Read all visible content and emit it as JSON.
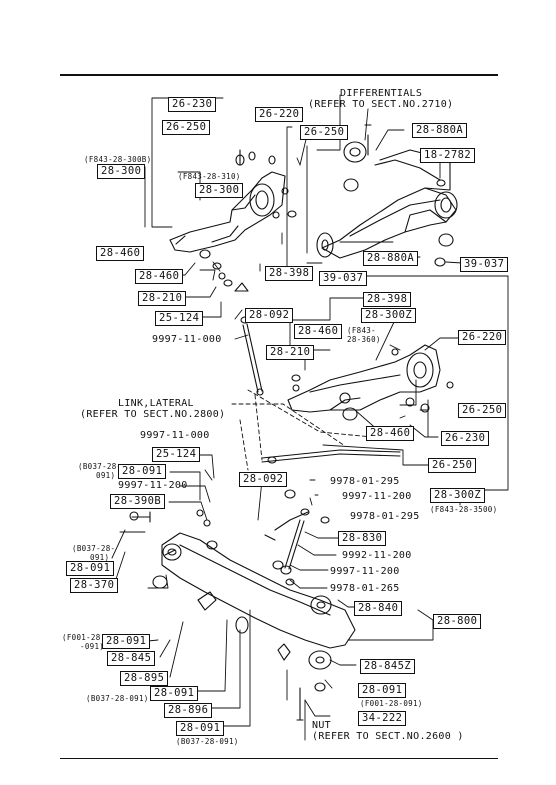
{
  "notes": {
    "differentials": [
      "DIFFERENTIALS",
      "(REFER TO SECT.NO.2710)"
    ],
    "link_lateral": [
      "LINK,LATERAL",
      "(REFER TO SECT.NO.2800)"
    ],
    "nut": [
      "NUT",
      "(REFER TO SECT.NO.2600 )"
    ]
  },
  "ref_codes": {
    "f843_28_300b": "(F843-28-300B)",
    "f843_28_310": "(F843-28-310)",
    "f843_28_360": [
      "(F843-",
      "28-360)"
    ],
    "b037_28_091_a": [
      "(B037-28-",
      "091)"
    ],
    "b037_28_091_b": [
      "(B037-28-",
      "091)"
    ],
    "f001_28_091_a": [
      "(F001-28",
      "-091)"
    ],
    "b037_28_091_c": "(B037-28-091)",
    "f001_28_091_b": "(F001-28-091)",
    "b037_28_091_d": "(B037-28-091)",
    "f843_28_3500": "(F843-28-3500)"
  },
  "parts": {
    "p_26_230_a": "26-230",
    "p_26_220_a": "26-220",
    "p_26_250_a": "26-250",
    "p_26_250_b": "26-250",
    "p_28_300_a": "28-300",
    "p_28_300_b": "28-300",
    "p_28_460_a": "28-460",
    "p_28_460_b": "28-460",
    "p_28_210_a": "28-210",
    "p_25_124_a": "25-124",
    "p_28_092_a": "28-092",
    "p_9997_a": "9997-11-000",
    "p_28_398_a": "28-398",
    "p_39_037_a": "39-037",
    "p_28_880a_a": "28-880A",
    "p_18_2782": "18-2782",
    "p_28_880a_b": "28-880A",
    "p_39_037_b": "39-037",
    "p_28_398_b": "28-398",
    "p_28_300z_a": "28-300Z",
    "p_28_460_c": "28-460",
    "p_28_210_b": "28-210",
    "p_26_220_b": "26-220",
    "p_26_250_c": "26-250",
    "p_26_230_b": "26-230",
    "p_28_460_d": "28-460",
    "p_26_250_d": "26-250",
    "p_28_300z_b": "28-300Z",
    "p_9997_b": "9997-11-000",
    "p_25_124_b": "25-124",
    "p_28_091_a": "28-091",
    "p_9997_11_200_a": "9997-11-200",
    "p_28_390b": "28-390B",
    "p_28_092_b": "28-092",
    "p_9978_01_295_a": "9978-01-295",
    "p_9997_11_200_b": "9997-11-200",
    "p_9978_01_295_b": "9978-01-295",
    "p_28_830": "28-830",
    "p_9992_11_200": "9992-11-200",
    "p_9997_11_200_c": "9997-11-200",
    "p_9978_01_265": "9978-01-265",
    "p_28_091_b": "28-091",
    "p_28_370": "28-370",
    "p_28_840": "28-840",
    "p_28_800": "28-800",
    "p_28_091_c": "28-091",
    "p_28_845": "28-845",
    "p_28_845z": "28-845Z",
    "p_28_895": "28-895",
    "p_28_091_d": "28-091",
    "p_28_091_e": "28-091",
    "p_28_896": "28-896",
    "p_34_222": "34-222",
    "p_28_091_f": "28-091"
  }
}
